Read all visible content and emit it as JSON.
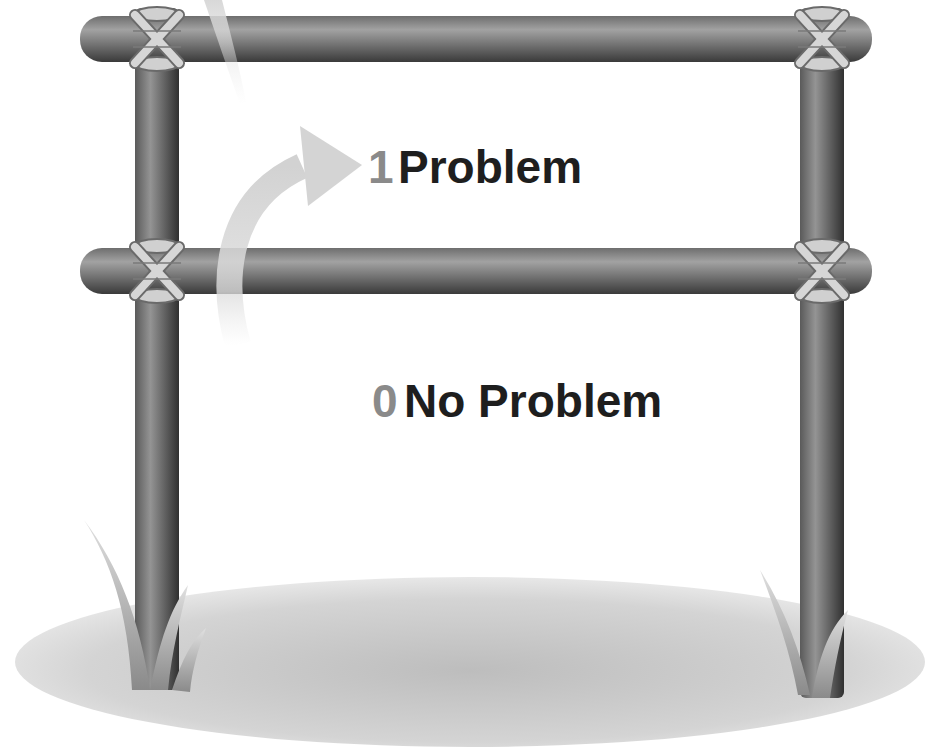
{
  "diagram": {
    "labels": [
      "1",
      "Problem",
      "0",
      "No Problem"
    ]
  }
}
